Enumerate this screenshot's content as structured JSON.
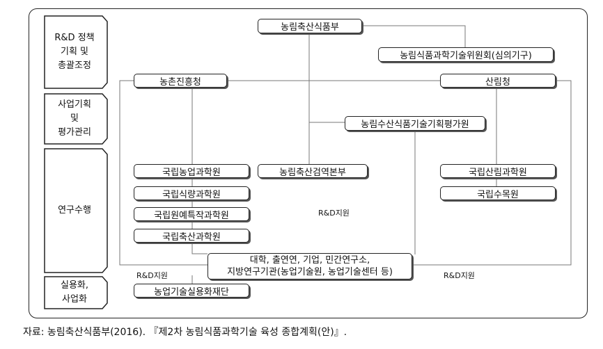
{
  "categories": [
    {
      "id": "planning",
      "text": "R&D 정책\n기획 및\n총괄조정"
    },
    {
      "id": "management",
      "text": "사업기획\n및\n평가관리"
    },
    {
      "id": "research",
      "text": "연구수행"
    },
    {
      "id": "commercialization",
      "text": "실용화,\n사업화"
    }
  ],
  "nodes": {
    "mafra": "농림축산식품부",
    "committee": "농림식품과학기술위원회(심의기구)",
    "rda": "농촌진흥청",
    "kfs": "산림청",
    "ipet": "농림수산식품기술기획평가원",
    "naas": "국립농업과학원",
    "nics": "국립식량과학원",
    "nihhs": "국립원예특작과학원",
    "nias": "국립축산과학원",
    "qia": "농림축산검역본부",
    "nifos": "국립산림과학원",
    "kna": "국립수목원",
    "univ": "대학, 출연연, 기업, 민간연구소,\n지방연구기관(농업기술원, 농업기술센터 등)",
    "fact": "농업기술실용화재단"
  },
  "labels": {
    "rd_support_center": "R&D지원",
    "rd_support_left": "R&D지원",
    "rd_support_right": "R&D지원"
  },
  "source": "자료: 농림축산식품부(2016). 『제2차 농림식품과학기술 육성 종합계획(안)』."
}
